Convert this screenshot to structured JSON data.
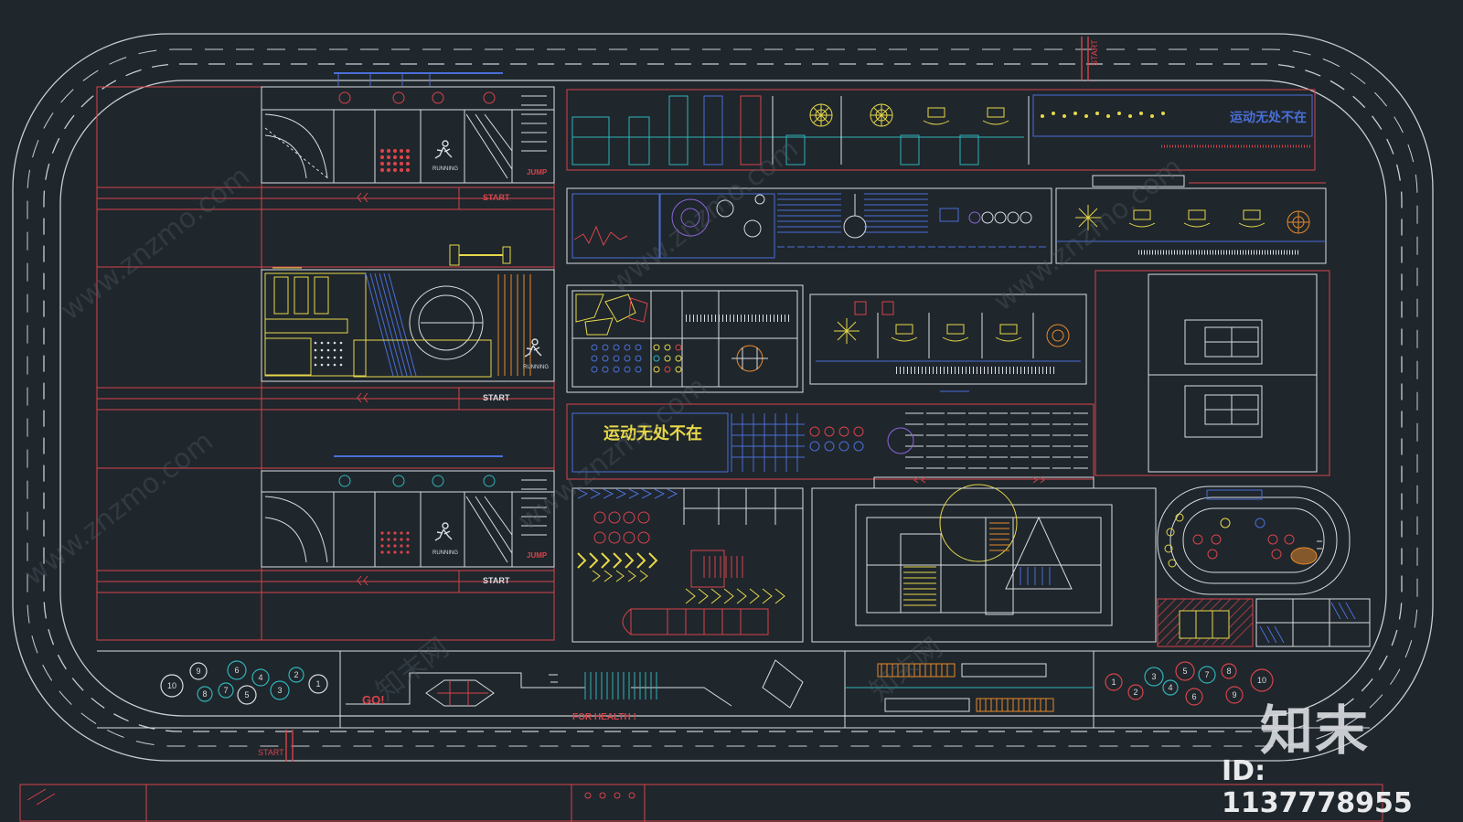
{
  "labels": {
    "start": "START",
    "running": "RUNNING",
    "jump": "JUMP",
    "go": "GO!",
    "for_health": "FOR HEALTH !",
    "motto": "运动无处不在"
  },
  "hopscotch_numbers": {
    "left": [
      "10",
      "9",
      "8",
      "7",
      "6",
      "5",
      "4",
      "3",
      "2",
      "1"
    ],
    "right": [
      "1",
      "2",
      "3",
      "4",
      "5",
      "6",
      "7",
      "8",
      "9",
      "10"
    ]
  },
  "watermark": {
    "logo": "知末",
    "id": "ID: 1137778955",
    "site": "www.znzmo.com",
    "site_cn": "知末网"
  },
  "colors": {
    "background": "#1f262c",
    "red": "#d7444a",
    "white": "#d9dde0",
    "cyan": "#2fb4b8",
    "yellow": "#e7d84a",
    "blue": "#4a6fd8",
    "orange": "#e98a2a",
    "purple": "#8a66d8"
  }
}
